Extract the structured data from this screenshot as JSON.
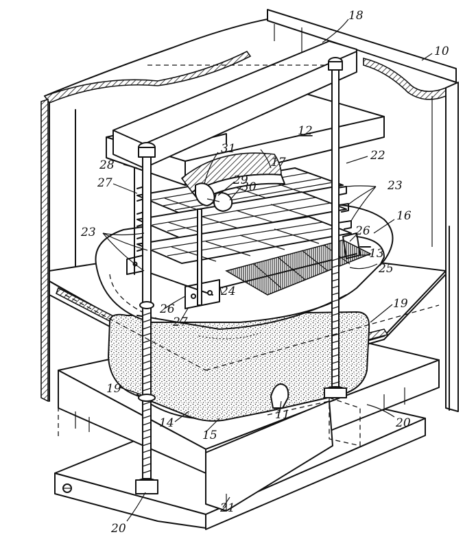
{
  "figure": {
    "labels": {
      "r10": "10",
      "r11": "11",
      "r12": "12",
      "r13": "13",
      "r14": "14",
      "r15": "15",
      "r16": "16",
      "r17": "17",
      "r18": "18",
      "r19a": "19",
      "r19b": "19",
      "r20a": "20",
      "r20b": "20",
      "r21": "21",
      "r22": "22",
      "r23a": "23",
      "r23b": "23",
      "r24": "24",
      "r25": "25",
      "r26a": "26",
      "r26b": "26",
      "r27a": "27",
      "r27b": "27",
      "r28": "28",
      "r29": "29",
      "r30": "30",
      "r31": "31"
    }
  }
}
